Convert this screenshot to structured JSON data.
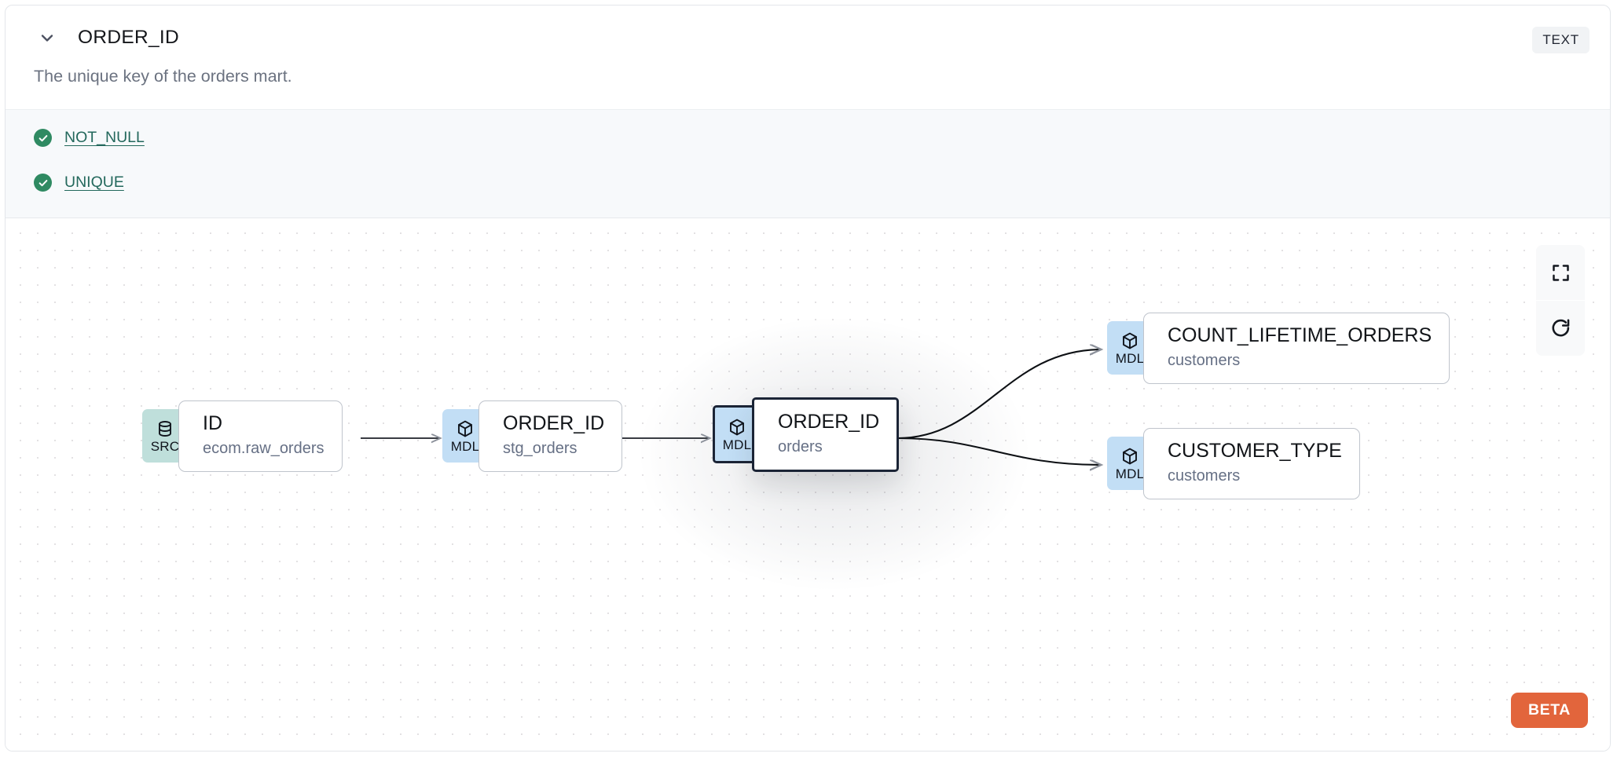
{
  "header": {
    "chevron_icon": "chevron-down-icon",
    "column_name": "ORDER_ID",
    "description": "The unique key of the orders mart.",
    "type_badge": "TEXT"
  },
  "tests": [
    {
      "status_icon": "check-circle-icon",
      "label": "NOT_NULL"
    },
    {
      "status_icon": "check-circle-icon",
      "label": "UNIQUE"
    }
  ],
  "graph": {
    "controls": [
      {
        "icon": "fullscreen-icon"
      },
      {
        "icon": "refresh-icon"
      }
    ],
    "beta_label": "BETA",
    "nodes": [
      {
        "tag": "SRC",
        "tag_icon": "database-icon",
        "name": "ID",
        "sub": "ecom.raw_orders",
        "selected": false
      },
      {
        "tag": "MDL",
        "tag_icon": "cube-icon",
        "name": "ORDER_ID",
        "sub": "stg_orders",
        "selected": false
      },
      {
        "tag": "MDL",
        "tag_icon": "cube-icon",
        "name": "ORDER_ID",
        "sub": "orders",
        "selected": true
      },
      {
        "tag": "MDL",
        "tag_icon": "cube-icon",
        "name": "COUNT_LIFETIME_ORDERS",
        "sub": "customers",
        "selected": false
      },
      {
        "tag": "MDL",
        "tag_icon": "cube-icon",
        "name": "CUSTOMER_TYPE",
        "sub": "customers",
        "selected": false
      }
    ]
  },
  "colors": {
    "src_tag_bg": "#bfdfdb",
    "mdl_tag_bg": "#c2def5",
    "test_link": "#23685c",
    "check_green": "#2f8a62",
    "beta_orange": "#e2653c",
    "selected_border": "#1b2436",
    "tests_band_bg": "#f7f9fb"
  }
}
